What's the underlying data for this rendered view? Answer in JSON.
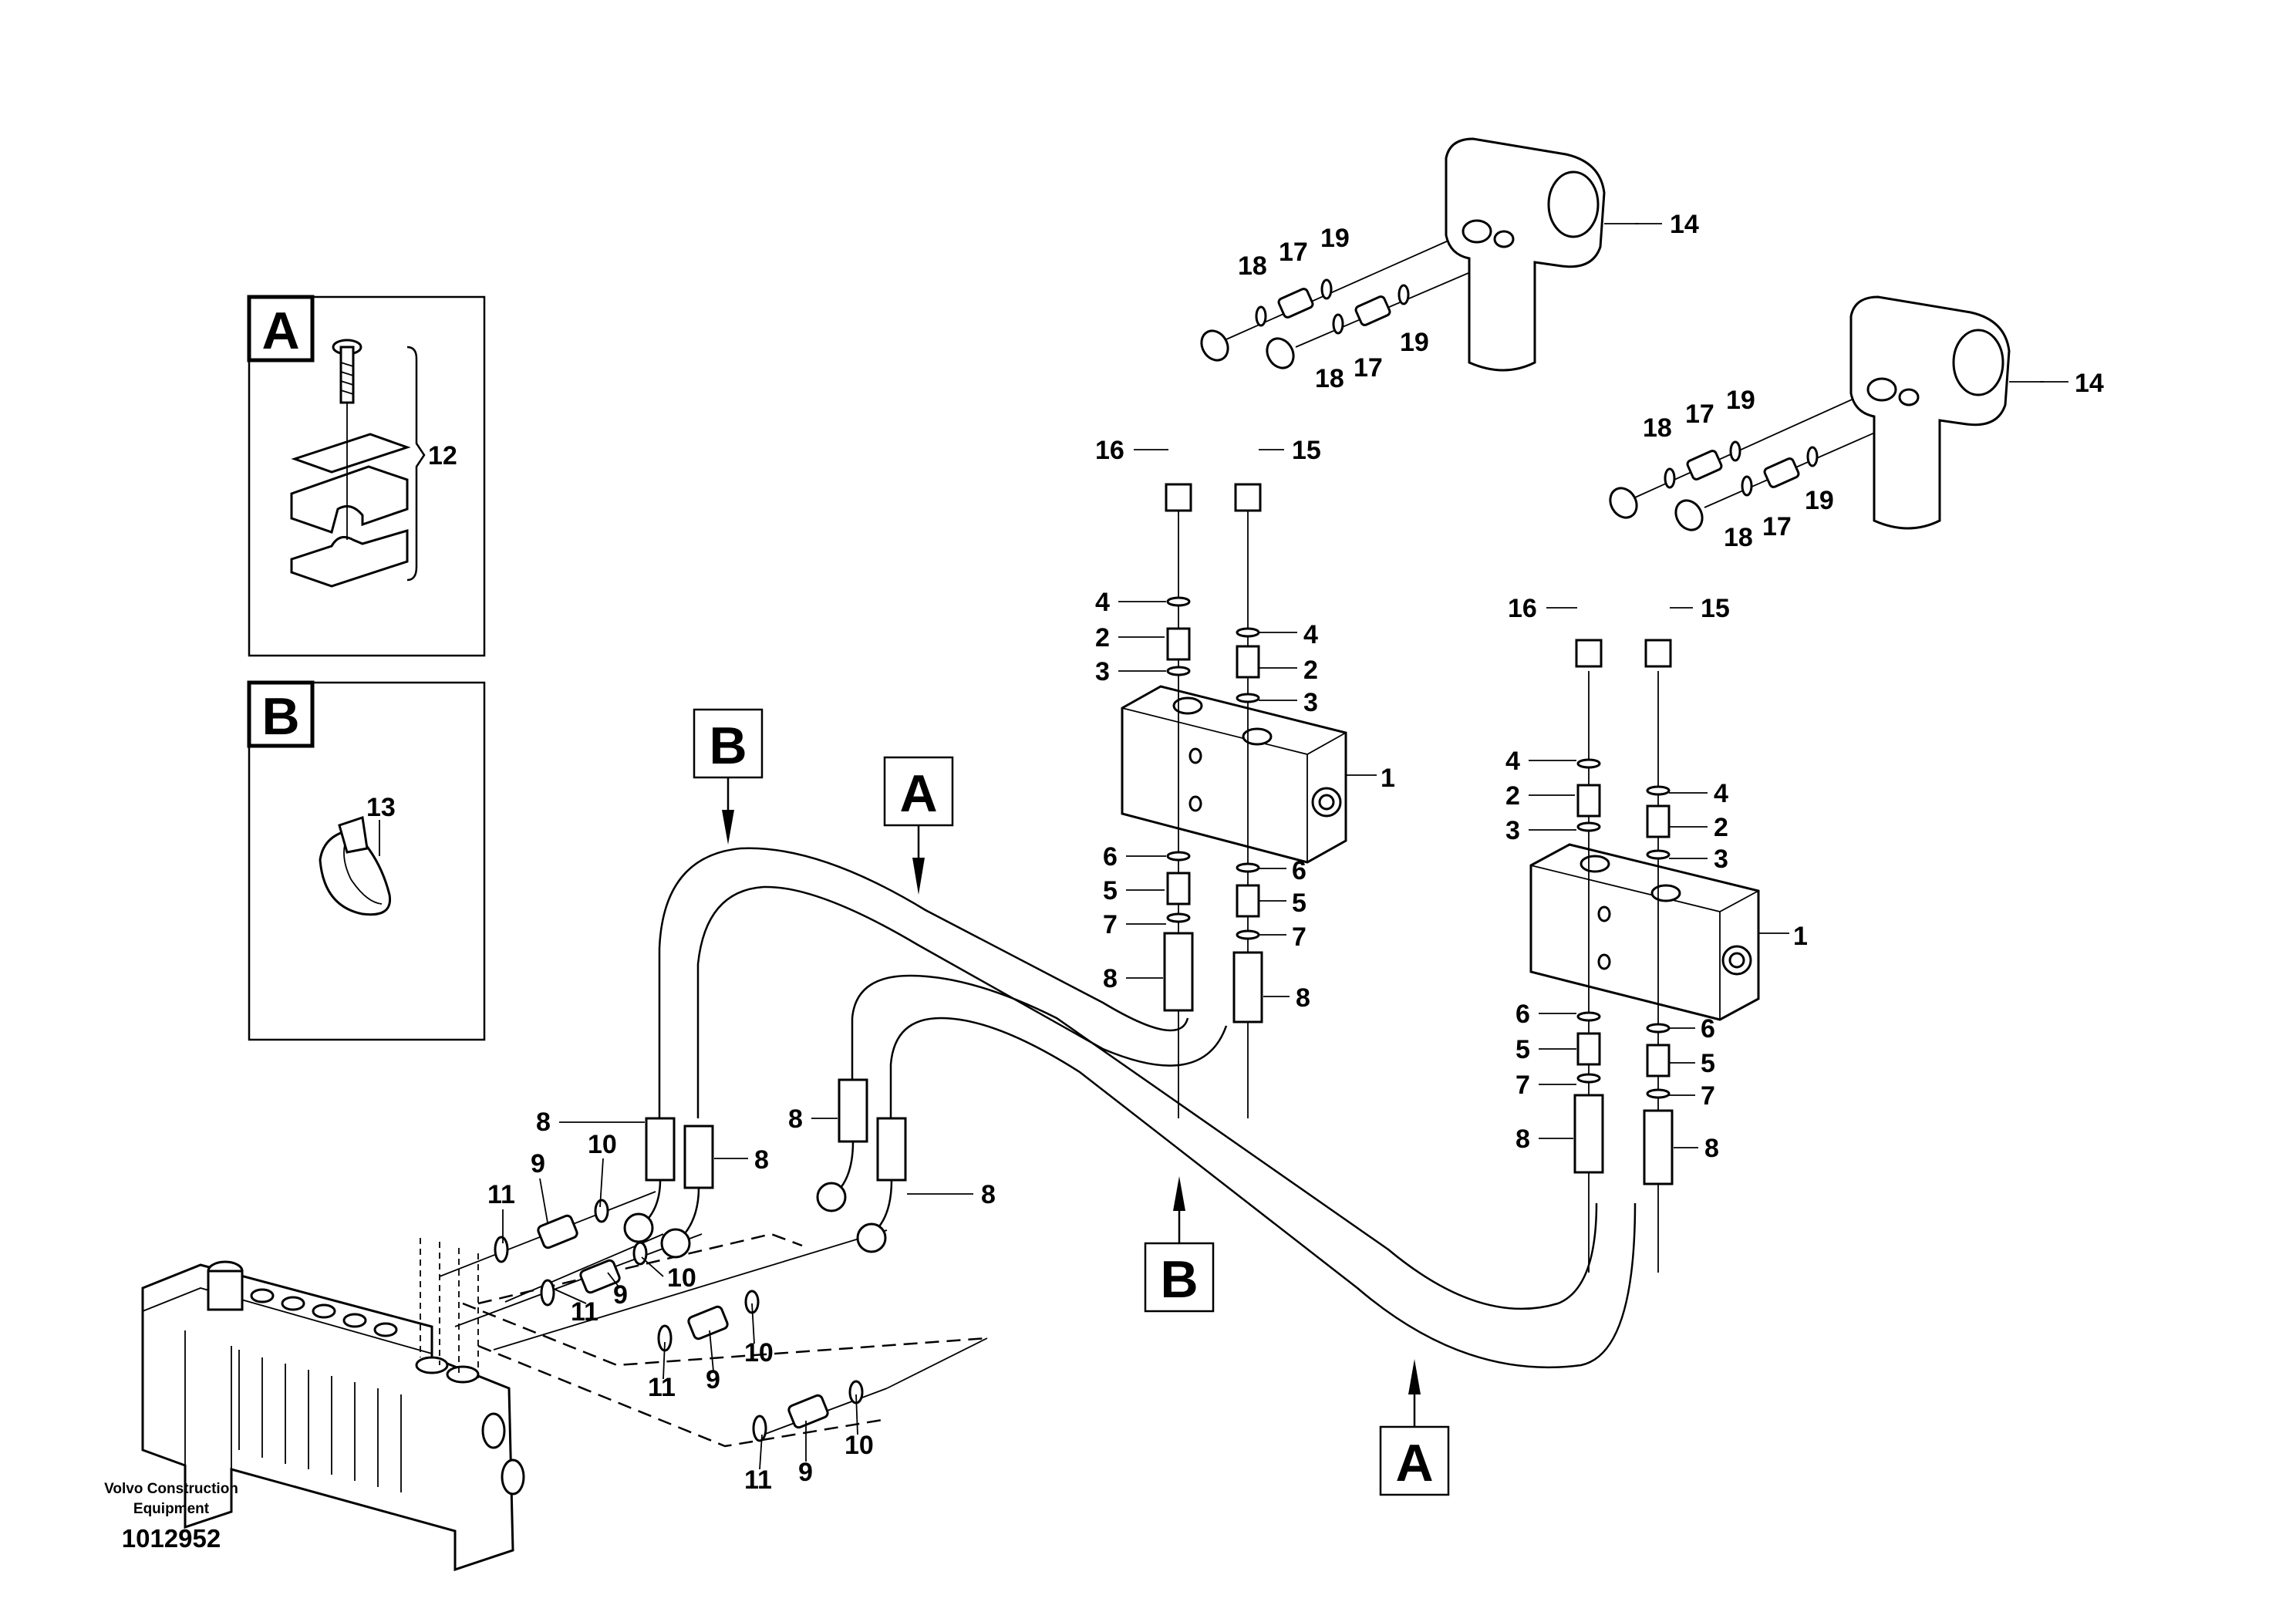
{
  "inset_boxes": [
    {
      "letter": "A",
      "callout": "12"
    },
    {
      "letter": "B",
      "callout": "13"
    }
  ],
  "view_markers": {
    "b_upper": "B",
    "a_upper": "A",
    "b_lower": "B",
    "a_lower": "A"
  },
  "footer": {
    "maker_line1": "Volvo Construction",
    "maker_line2": "Equipment",
    "drawing_number": "1012952"
  },
  "callouts": {
    "n1": "1",
    "n2": "2",
    "n3": "3",
    "n4": "4",
    "n5": "5",
    "n6": "6",
    "n7": "7",
    "n8": "8",
    "n9": "9",
    "n10": "10",
    "n11": "11",
    "n14": "14",
    "n15": "15",
    "n16": "16",
    "n17": "17",
    "n18": "18",
    "n19": "19"
  },
  "icons": {
    "bolt": "bolt-icon",
    "clamp": "pipe-clamp-icon",
    "cable_tie": "cable-tie-icon"
  }
}
